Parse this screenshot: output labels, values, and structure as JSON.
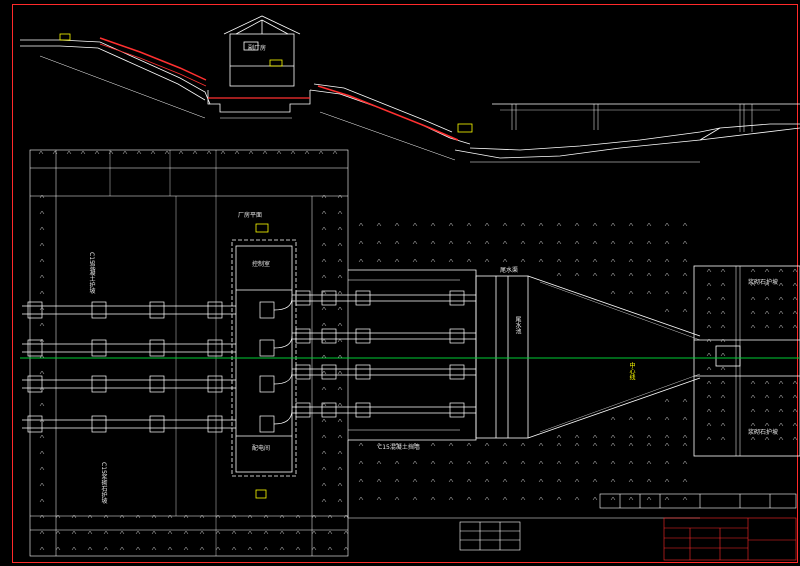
{
  "drawing": {
    "background": "#000000",
    "border_color": "#ff2a2a",
    "line_color": "#ffffff",
    "centerline_color": "#00cc33",
    "accent_yellow": "#ffff00"
  },
  "labels": {
    "powerhouse_plan": "厂房平面",
    "control_room": "副厂房",
    "control_room_upper": "控制室",
    "pump_room": "配电间",
    "intake_annotation": "C15混凝土护坡",
    "tailrace_label": "尾水渠",
    "left_bank_label": "C15浆砌石护坡",
    "right_upper_label": "浆砌石护坡",
    "right_lower_label": "浆砌石护坡",
    "centerline_label": "中心线",
    "forebay_label": "尾水池",
    "channel_label": "C15混凝土挡墙"
  },
  "title_block": {
    "rows": 4,
    "cols": 3
  }
}
